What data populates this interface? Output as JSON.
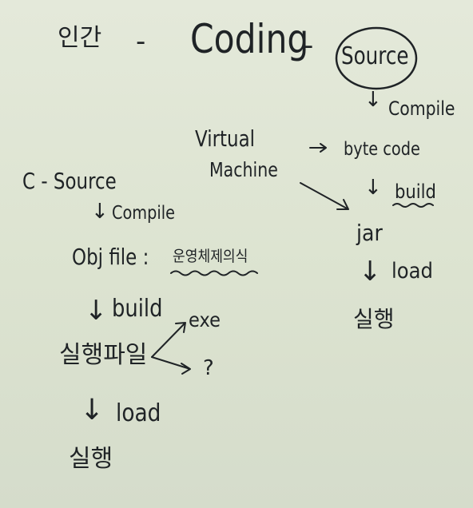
{
  "top_row": {
    "human": "인간",
    "dash1": "-",
    "coding": "Coding",
    "dash2": "-",
    "source": "Source"
  },
  "java_flow": {
    "compile": "Compile",
    "virtual_machine_line1": "Virtual",
    "virtual_machine_line2": "Machine",
    "byte_code": "byte code",
    "build": "build",
    "jar": "jar",
    "load": "load",
    "execute": "실행"
  },
  "c_flow": {
    "c_source": "C - Source",
    "compile": "Compile",
    "obj_file": "Obj file :",
    "obj_note": "운영체제의식",
    "build": "build",
    "exe": "exe",
    "question": "?",
    "executable_file": "실행파일",
    "load": "load",
    "execute": "실행"
  },
  "colors": {
    "ink": "#1f2326",
    "whiteboard": "#dfe5d4"
  }
}
